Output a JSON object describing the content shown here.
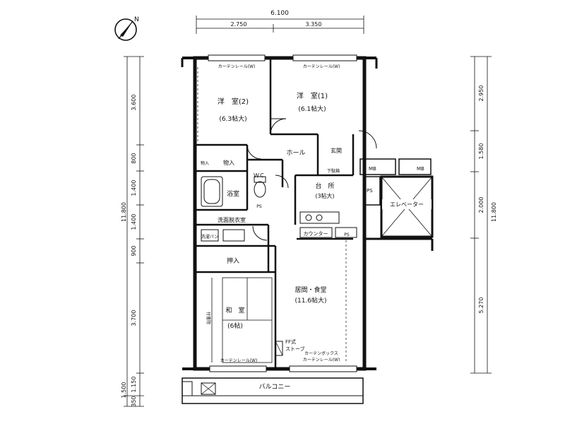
{
  "compass": {
    "label": "N",
    "icon": "north-arrow-icon"
  },
  "dims_top": {
    "total": "6.100",
    "left": "2.750",
    "right": "3.350"
  },
  "dims_left": {
    "d1": "3.600",
    "d2": "800",
    "d3": "1.400",
    "d4": "1.400",
    "d5": "900",
    "d6": "3.700",
    "d7": "1.150",
    "d8": "350",
    "total": "11.800",
    "d9": "1.500"
  },
  "dims_right": {
    "d1": "2.950",
    "d2": "1.580",
    "d3": "2.000",
    "d4": "5.270",
    "total": "11.800"
  },
  "rooms": {
    "western2": {
      "name": "洋　室(2)",
      "size": "(6.3帖大)"
    },
    "western1": {
      "name": "洋　室(1)",
      "size": "(6.1帖大)"
    },
    "hall": "ホール",
    "entrance": "玄関",
    "shoe_box": "下駄箱",
    "closet_top": "物入",
    "closet_top_small": "物入",
    "wc": "ＷＣ",
    "bath": "浴室",
    "kitchen": {
      "name": "台　所",
      "size": "(3帖大)"
    },
    "washroom": "洗面脱衣室",
    "washer_pan": "洗濯パン",
    "counter": "カウンター",
    "closet_mid": "押入",
    "living": {
      "name": "居間・食堂",
      "size": "(11.6帖大)"
    },
    "japanese": {
      "name": "和　室",
      "size": "(6帖)"
    },
    "tokonoma": "付書院",
    "stove": "FF式\nストーブ",
    "stove_l1": "FF式",
    "stove_l2": "ストーブ",
    "balcony": "バルコニー",
    "elevator": "エレベーター",
    "ps": "PS",
    "mb": "MB"
  },
  "curtains": {
    "top_left": "カーテンレール(W)",
    "top_right": "カーテンレール(W)",
    "bottom_left": "カーテンレール(W)",
    "bottom_right_1": "カーテンボックス",
    "bottom_right_2": "カーテンレール(W)"
  }
}
